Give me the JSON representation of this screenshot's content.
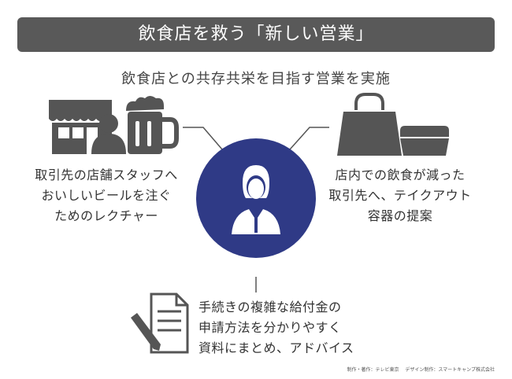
{
  "banner": {
    "title": "飲食店を救う「新しい営業」"
  },
  "subtitle": "飲食店との共存共栄を目指す営業を実施",
  "left": {
    "lines": [
      "取引先の店舗スタッフへ",
      "おいしいビールを注ぐ",
      "ためのレクチャー"
    ]
  },
  "right": {
    "lines": [
      "店内での飲食が減った",
      "取引先へ、テイクアウト",
      "容器の提案"
    ]
  },
  "bottom": {
    "lines": [
      "手続きの複雑な給付金の",
      "申請方法を分かりやすく",
      "資料にまとめ、アドバイス"
    ]
  },
  "credit": "制作・著作：テレビ東京　 デザイン制作：スマートキャンプ株式会社",
  "colors": {
    "banner": "#595959",
    "circle": "#2f3a86",
    "icon": "#555555",
    "line": "#555555"
  }
}
